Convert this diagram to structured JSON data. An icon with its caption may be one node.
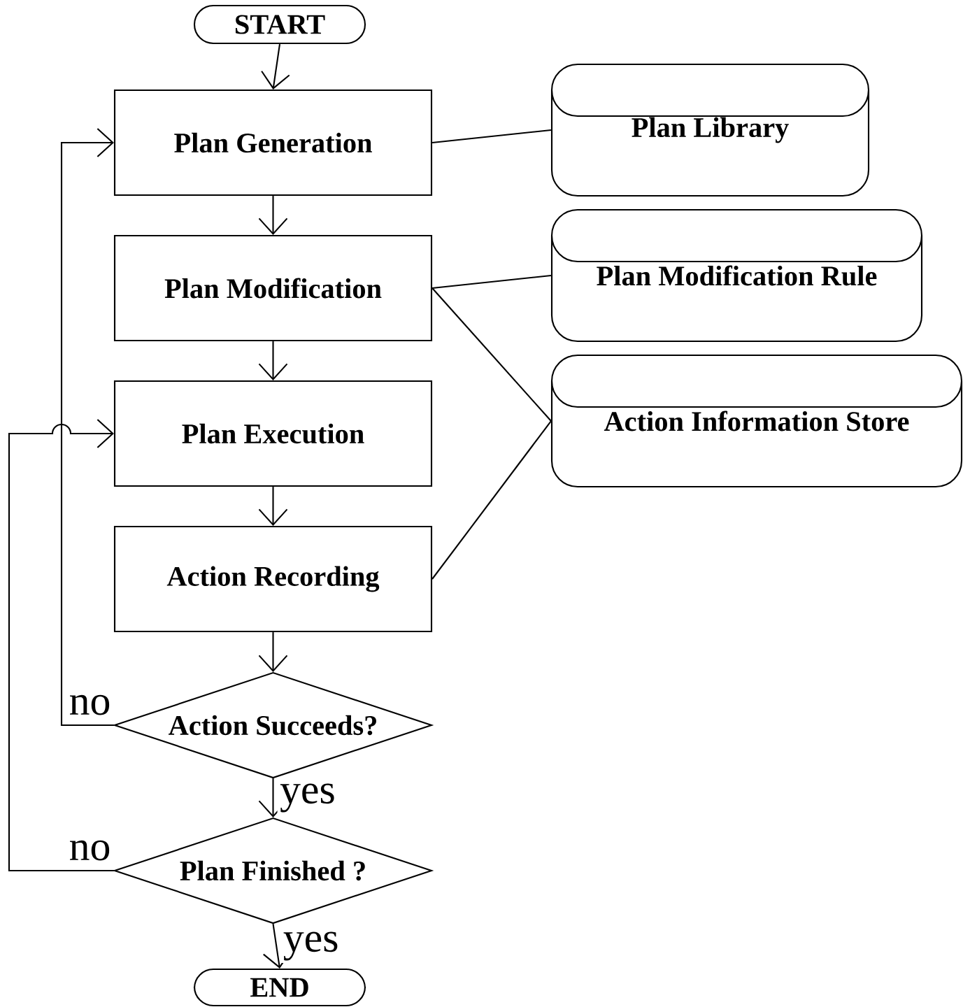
{
  "diagram": {
    "nodes": [
      {
        "text": [
          "START"
        ]
      },
      {
        "text": [
          "Plan Generation"
        ]
      },
      {
        "text": [
          "Plan Modification"
        ]
      },
      {
        "text": [
          "Plan Execution"
        ]
      },
      {
        "text": [
          "Action Recording"
        ]
      },
      {
        "text": [
          "Action Succeeds?"
        ]
      },
      {
        "text": [
          "Plan Finished ?"
        ]
      },
      {
        "text": [
          "END"
        ]
      },
      {
        "text": [
          "Plan Library"
        ]
      },
      {
        "text": [
          "Plan Modification Rule"
        ]
      },
      {
        "text": [
          "Action Information Store"
        ]
      }
    ],
    "edges": [
      {
        "from": 0,
        "to": 1,
        "arrow": "to"
      },
      {
        "from": 1,
        "to": 2,
        "arrow": "to"
      },
      {
        "from": 2,
        "to": 3,
        "arrow": "to"
      },
      {
        "from": 3,
        "to": 4,
        "arrow": "to"
      },
      {
        "from": 4,
        "to": 5,
        "arrow": "to"
      },
      {
        "from": 5,
        "to": 6,
        "arrow": "to",
        "label": "yes"
      },
      {
        "from": 6,
        "to": 7,
        "arrow": "to",
        "label": "yes"
      },
      {
        "from": 5,
        "to": 1,
        "arrow": "to",
        "label": "no"
      },
      {
        "from": 6,
        "to": 3,
        "arrow": "to",
        "label": "no"
      },
      {
        "from": 1,
        "to": 8,
        "arrow": "none"
      },
      {
        "from": 2,
        "to": 9,
        "arrow": "none"
      },
      {
        "from": 2,
        "to": 10,
        "arrow": "none"
      },
      {
        "from": 4,
        "to": 10,
        "arrow": "none"
      }
    ]
  }
}
